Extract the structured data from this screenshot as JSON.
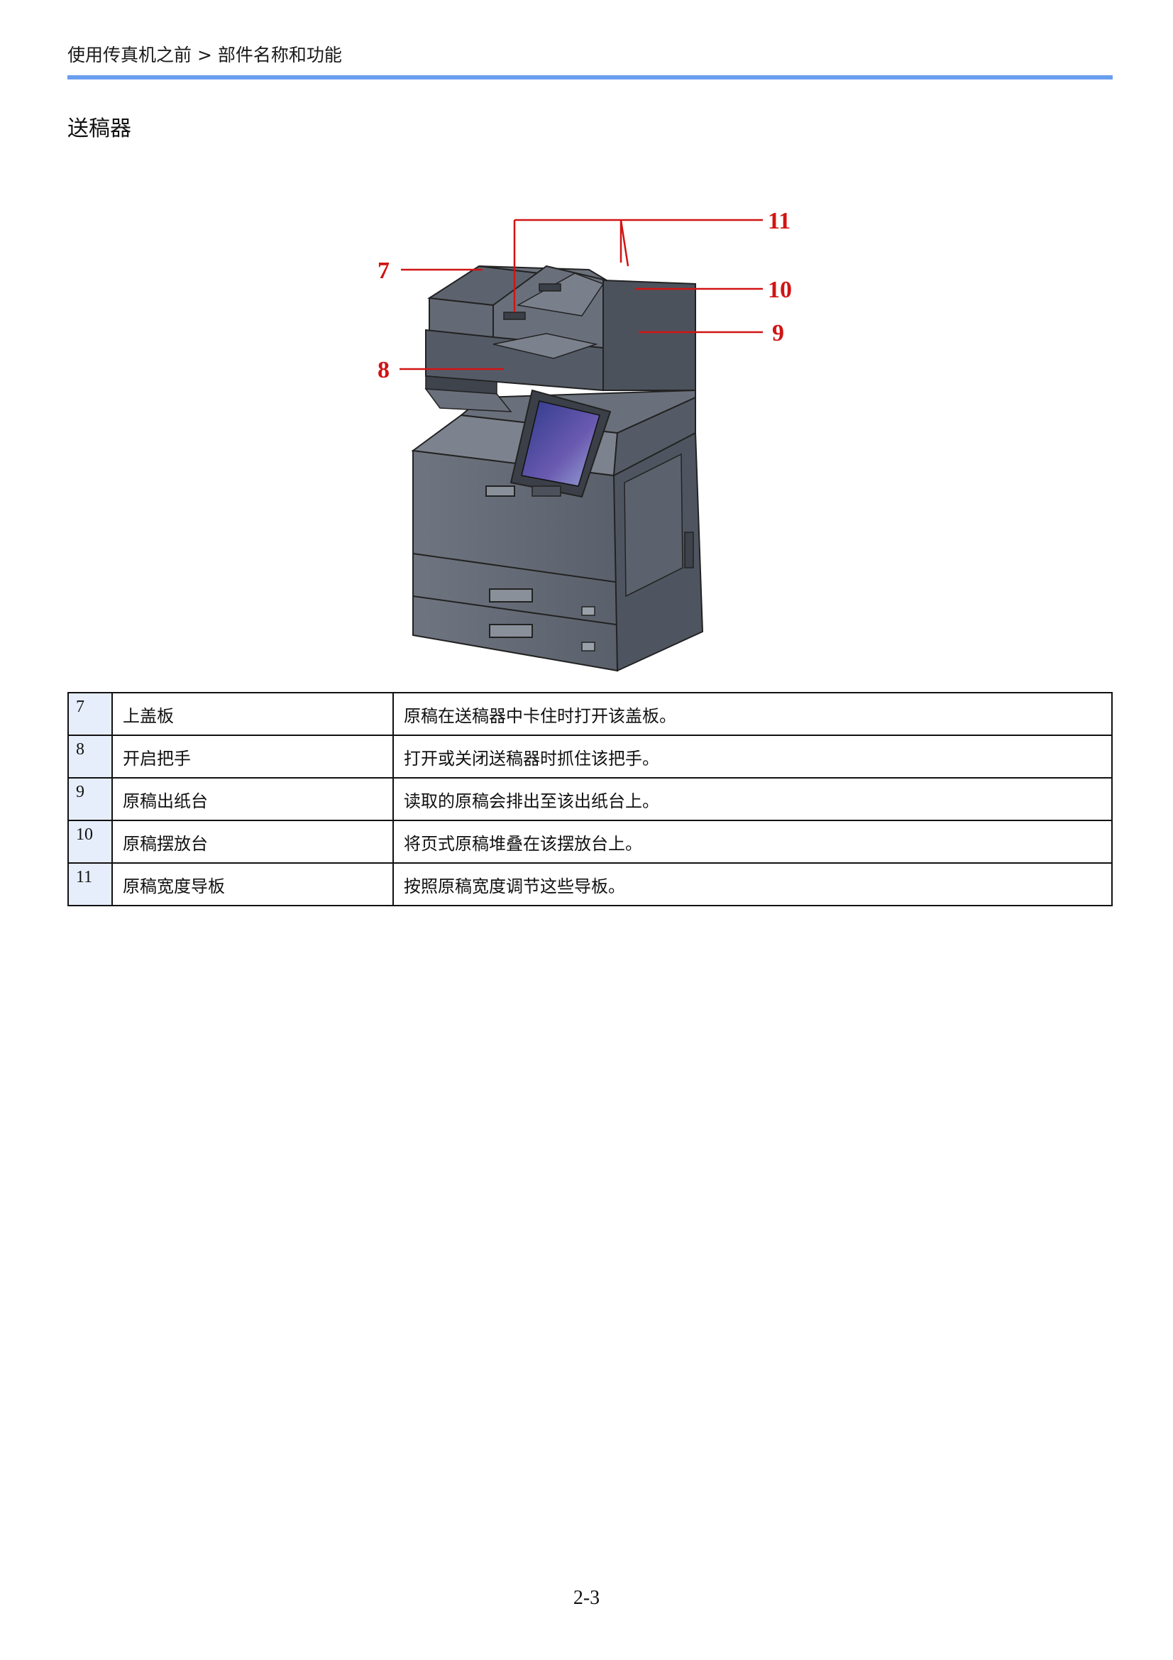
{
  "header": {
    "breadcrumb": "使用传真机之前 > 部件名称和功能",
    "rule_color": "#6b9ef0"
  },
  "section": {
    "title": "送稿器"
  },
  "figure": {
    "callouts": [
      "7",
      "8",
      "9",
      "10",
      "11"
    ],
    "callout_color": "#d11414"
  },
  "parts_table": [
    {
      "num": "7",
      "name": "上盖板",
      "desc": "原稿在送稿器中卡住时打开该盖板。"
    },
    {
      "num": "8",
      "name": "开启把手",
      "desc": "打开或关闭送稿器时抓住该把手。"
    },
    {
      "num": "9",
      "name": "原稿出纸台",
      "desc": "读取的原稿会排出至该出纸台上。"
    },
    {
      "num": "10",
      "name": "原稿摆放台",
      "desc": "将页式原稿堆叠在该摆放台上。"
    },
    {
      "num": "11",
      "name": "原稿宽度导板",
      "desc": "按照原稿宽度调节这些导板。"
    }
  ],
  "footer": {
    "page_number": "2-3"
  }
}
